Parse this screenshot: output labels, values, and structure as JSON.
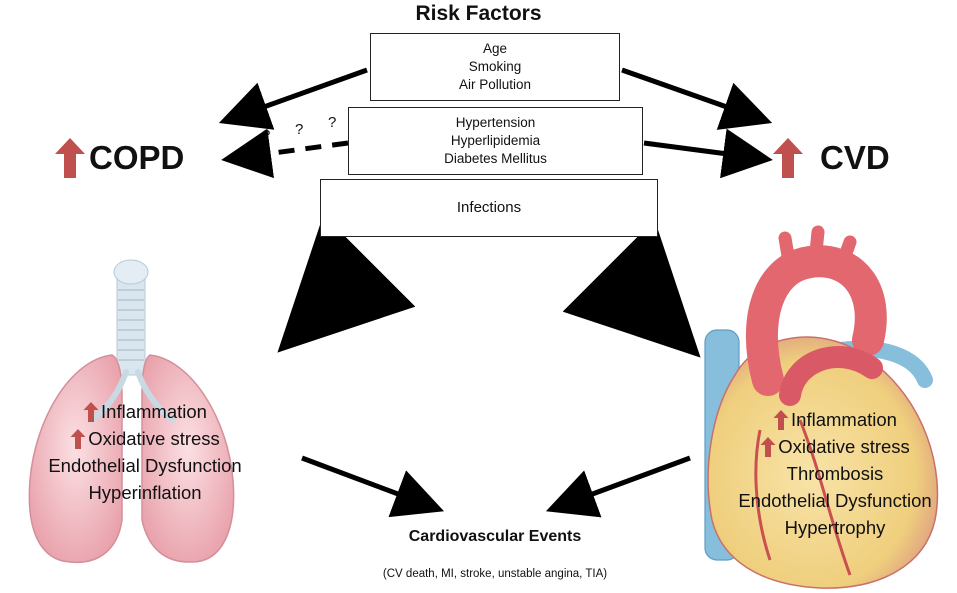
{
  "title": "Risk Factors",
  "risk_boxes": {
    "general": [
      "Age",
      "Smoking",
      "Air Pollution"
    ],
    "metabolic": [
      "Hypertension",
      "Hyperlipidemia",
      "Diabetes Mellitus"
    ],
    "infections": [
      "Infections"
    ]
  },
  "question_marks": [
    "?",
    "?",
    "?"
  ],
  "left_disease": "COPD",
  "right_disease": "CVD",
  "lung_mechanisms": [
    {
      "text": "Inflammation",
      "increased": true
    },
    {
      "text": "Oxidative stress",
      "increased": true
    },
    {
      "text": "Endothelial Dysfunction",
      "increased": false
    },
    {
      "text": "Hyperinflation",
      "increased": false
    }
  ],
  "heart_mechanisms": [
    {
      "text": "Inflammation",
      "increased": true
    },
    {
      "text": "Oxidative stress",
      "increased": true
    },
    {
      "text": "Thrombosis",
      "increased": false
    },
    {
      "text": "Endothelial Dysfunction",
      "increased": false
    },
    {
      "text": "Hypertrophy",
      "increased": false
    }
  ],
  "events": {
    "title": "Cardiovascular Events",
    "subtitle": "(CV death, MI, stroke, unstable angina, TIA)"
  },
  "icons": {
    "increase_arrow": "up-arrow-icon",
    "lungs": "lungs-illustration",
    "heart": "heart-illustration"
  },
  "colors": {
    "increase_arrow": "#c0504d",
    "lung_pink": "#f0b8bf",
    "heart_red": "#e0606a",
    "heart_yellow": "#f3dc8c",
    "vessel_blue": "#7cb6d6"
  }
}
